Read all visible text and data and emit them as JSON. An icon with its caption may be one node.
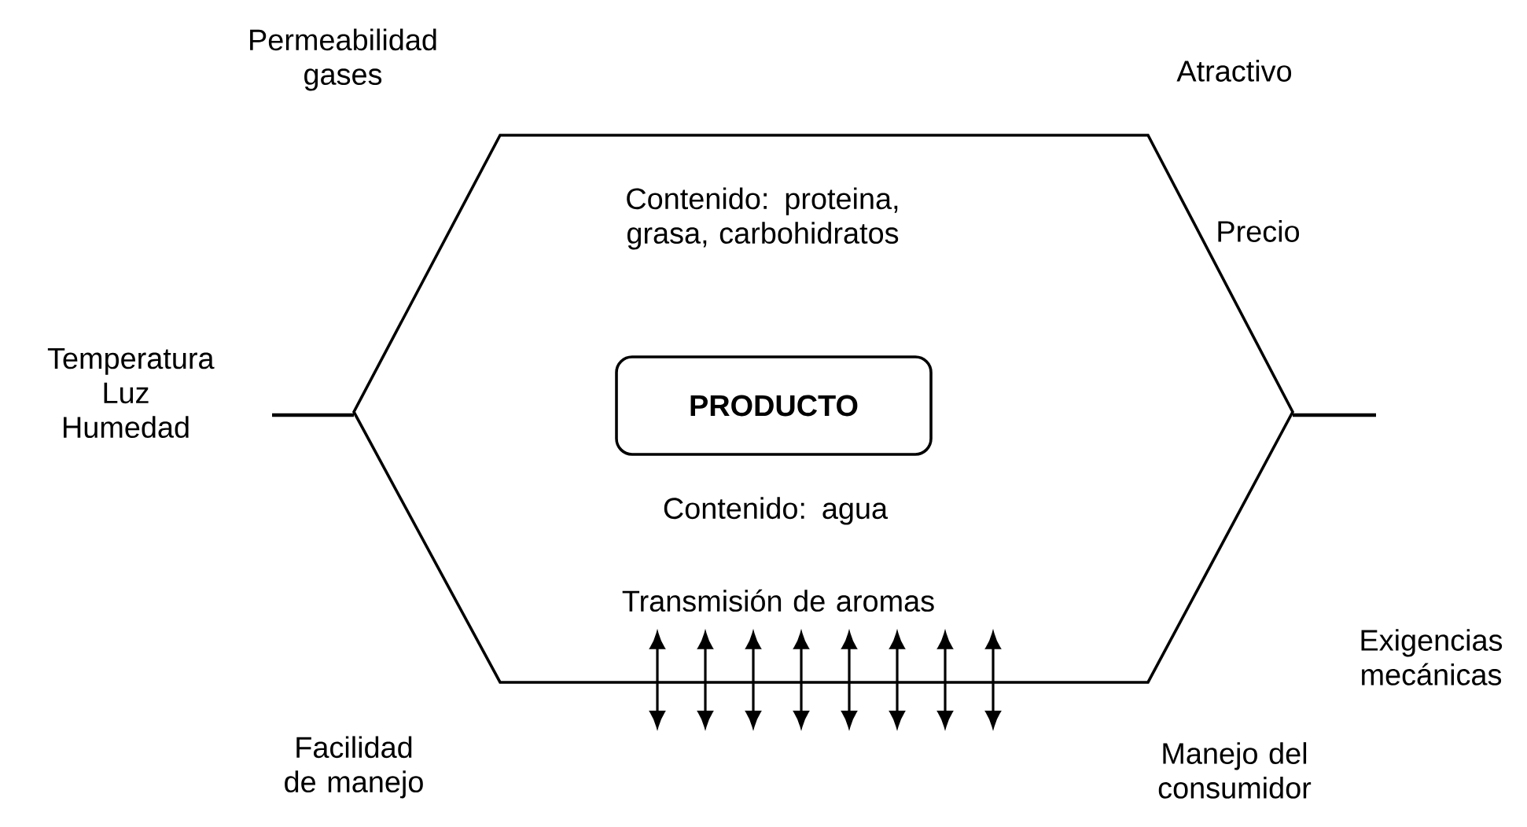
{
  "diagram": {
    "nodes": [
      {
        "text": [
          "Contenido: proteina, grasa, carbohidratos",
          "Contenido: agua",
          "Transmisión de aromas"
        ]
      },
      {
        "text": [
          "PRODUCTO"
        ],
        "in": 0
      }
    ],
    "labels": [
      "Permeabilidad gases",
      "Atractivo",
      "Precio",
      "Temperatura Luz Humedad",
      "Exigencias mecánicas",
      "Facilidad de manejo",
      "Manejo del consumidor"
    ]
  }
}
